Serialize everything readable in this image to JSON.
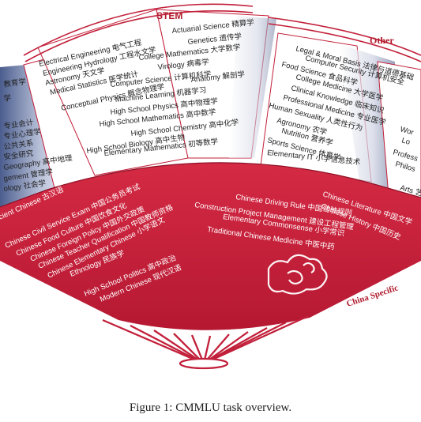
{
  "figure": {
    "caption": "Figure 1: CMMLU task overview.",
    "categories": {
      "stem": "STEM",
      "other": "Other",
      "china_specific": "China Specific"
    },
    "panels": {
      "humanities_left": [
        "教育学",
        "学",
        "专业会计",
        "专业心理学",
        "公共关系",
        "安全研究",
        "Geography 高中地理",
        "gement 管理学",
        "ology 社会学"
      ],
      "stem_left": [
        "Electrical Engineering 电气工程",
        "Engineering Hydrology 工程水文学",
        "Astronomy 天文学",
        "Medical Statistics 医学统计",
        "Conceptual Physics 概念物理学",
        "High School Biology 高中生物"
      ],
      "stem_right": [
        "Actuarial Science 精算学",
        "Genetics 遗传学",
        "College Mathematics 大学数学",
        "Virology 病毒学",
        "Computer Science 计算机科学",
        "Anatomy 解剖学",
        "Machine Learning 机器学习",
        "High School Physics 高中物理学",
        "High School Mathematics 高中数学",
        "High School Chemistry 高中化学",
        "Elementary Mathematics 初等数学"
      ],
      "other_left": [
        "Legal & Moral Basis 法律与道德基础",
        "Computer Security 计算机安全",
        "Food Science 食品科学",
        "College Medicine 大学医学",
        "Clinical Knowledge 临床知识",
        "Professional Medicine 专业医学",
        "Human Sexuality 人类性行为",
        "Agronomy 农学",
        "Nutrition 营养学",
        "Sports Science 体育学",
        "Elementary IT 小学信息技术"
      ],
      "far_right": [
        "Wor",
        "Lo",
        "Profess",
        "Philos",
        "Arts 艺"
      ]
    },
    "china_specific_left": [
      "cient Chinese 古汉语",
      "Chinese Civil Service Exam 中国公务员考试",
      "Chinese Food Culture 中国饮食文化",
      "Chinese Foreign Policy 中国外交政策",
      "Chinese Teacher Qualification 中国教师资格",
      "Chinese Elementary Chinese 小学语文",
      "Ethnology 民族学",
      "High School Politics 高中政治",
      "Modern Chinese 现代汉语"
    ],
    "china_specific_mid": [
      "Chinese Driving Rule 中国驾驶规则",
      "Construction Project Management 建设工程管理",
      "Elementary Commonsense 小学常识",
      "Traditional Chinese Medicine 中医中药"
    ],
    "china_specific_right": [
      "Chinese Literature 中国文学",
      "Chinese History 中国历史"
    ]
  },
  "colors": {
    "fan_red": "#c2203a",
    "dark_red": "#8e1126",
    "label_red": "#b0192c",
    "panel_white": "#ffffff",
    "stroke": "#c2203a"
  }
}
